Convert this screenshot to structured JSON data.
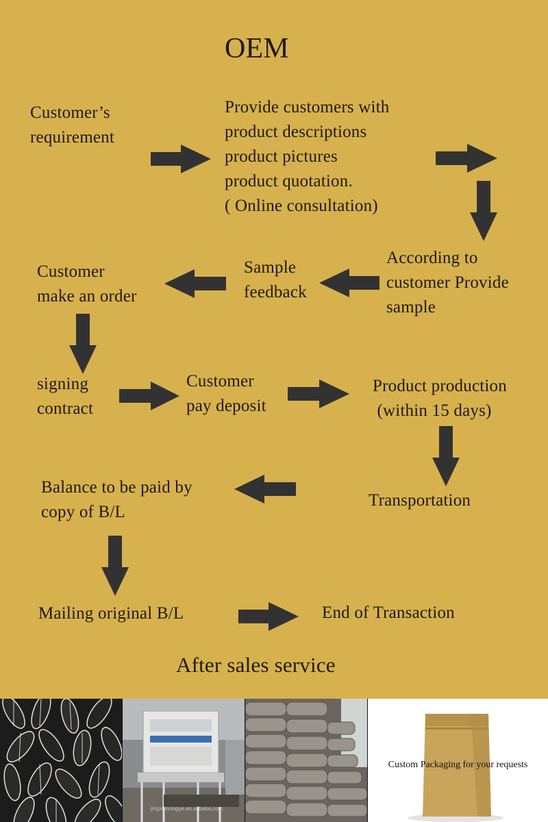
{
  "title": "OEM",
  "steps": {
    "requirement": "Customer’s\nrequirement",
    "provide_info": "Provide customers with\nproduct descriptions\nproduct pictures\nproduct quotation.\n( Online consultation)",
    "provide_sample": "According to\ncustomer Provide\nsample",
    "sample_feedback": "Sample\nfeedback",
    "make_order": "Customer\nmake an order",
    "signing_contract": "signing\ncontract",
    "pay_deposit": "Customer\npay deposit",
    "production": "Product production\n (within 15 days)",
    "transportation": "Transportation",
    "balance": "Balance to be paid by\ncopy of B/L",
    "mailing": "Mailing original B/L",
    "end": "End of Transaction"
  },
  "after_sales": "After sales service",
  "photos": {
    "packaging_caption": "Custom  Packaging for your requests",
    "watermark": "jingxinnongye.en.alibaba.com"
  },
  "colors": {
    "background": "#d7b14d",
    "arrow": "#333232",
    "text": "#1e1a14"
  }
}
